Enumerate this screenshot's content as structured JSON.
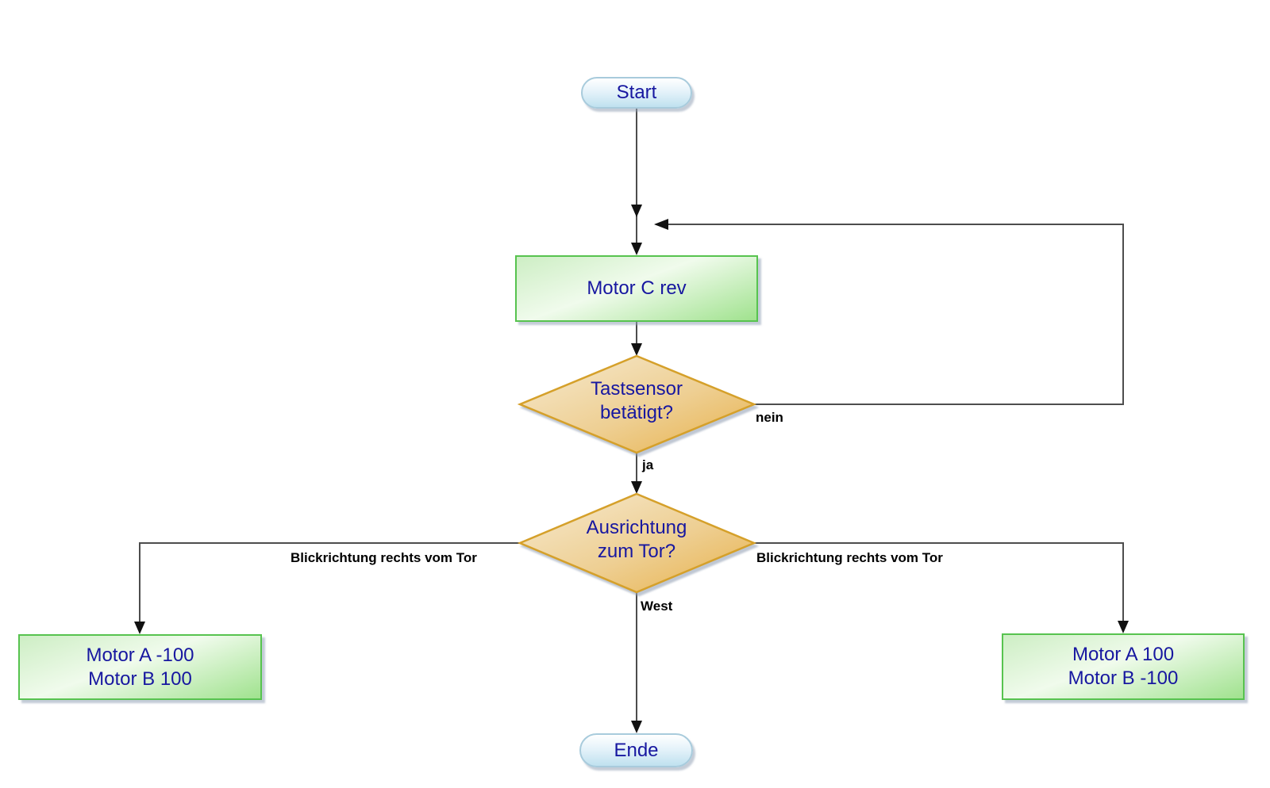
{
  "nodes": {
    "start": {
      "label": "Start"
    },
    "motor_c": {
      "label": "Motor C rev"
    },
    "decision_tastsensor": {
      "line1": "Tastsensor",
      "line2": "betätigt?"
    },
    "decision_ausrichtung": {
      "line1": "Ausrichtung",
      "line2": "zum Tor?"
    },
    "motor_left": {
      "line1": "Motor A -100",
      "line2": "Motor B 100"
    },
    "motor_right": {
      "line1": "Motor A 100",
      "line2": "Motor B -100"
    },
    "ende": {
      "label": "Ende"
    }
  },
  "edge_labels": {
    "nein": "nein",
    "ja": "ja",
    "west": "West",
    "left_branch": "Blickrichtung rechts vom Tor",
    "right_branch": "Blickrichtung rechts vom Tor"
  },
  "colors": {
    "node_text": "#1717a0",
    "terminator_border": "#a8cbdc",
    "terminator_fill_top": "#ffffff",
    "terminator_fill_bottom": "#bfe1ef",
    "process_border": "#57c34f",
    "process_fill_light": "#f0fbec",
    "process_fill_dark": "#a0e28e",
    "decision_border": "#d5a02a",
    "decision_fill_light": "#f6ead0",
    "decision_fill_dark": "#e7b14a",
    "connector_line": "#4d4d4d",
    "arrowhead": "#111111",
    "edge_label_text": "#000000",
    "background": "#ffffff"
  }
}
